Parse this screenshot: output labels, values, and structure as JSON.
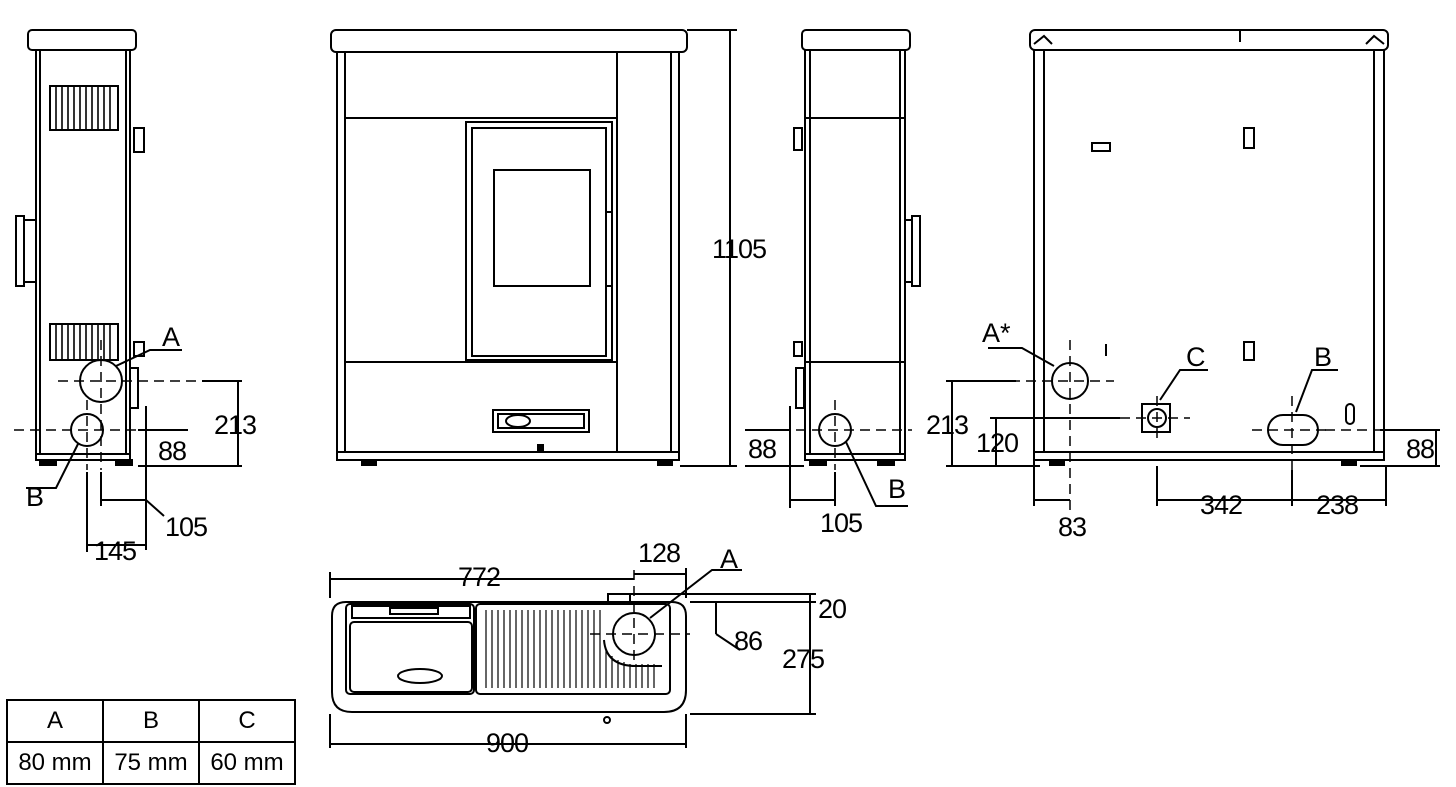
{
  "dimensions": {
    "height_total": "1105",
    "left_view": {
      "d213": "213",
      "d88": "88",
      "d105": "105",
      "d145": "145"
    },
    "mid_view": {
      "d88": "88",
      "d105": "105"
    },
    "right_view": {
      "d213": "213",
      "d120": "120",
      "d83": "83",
      "d342": "342",
      "d238": "238",
      "d88": "88"
    },
    "top_view": {
      "d772": "772",
      "d128": "128",
      "d20": "20",
      "d86": "86",
      "d275": "275",
      "d900": "900"
    }
  },
  "labels": {
    "a": "A",
    "b": "B",
    "c": "C",
    "a_star": "A*"
  },
  "legend": {
    "headers": [
      "A",
      "B",
      "C"
    ],
    "values": [
      "80 mm",
      "75 mm",
      "60 mm"
    ]
  }
}
